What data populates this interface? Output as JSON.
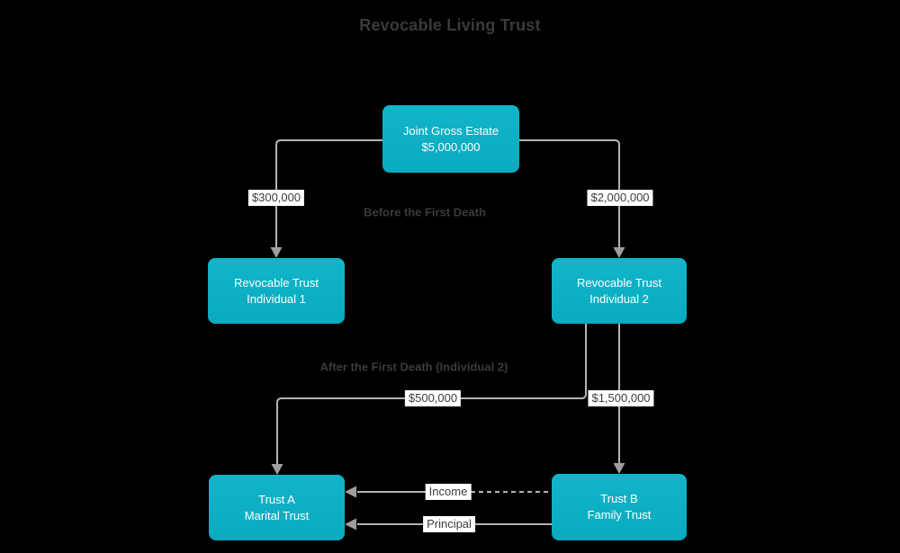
{
  "diagram": {
    "title": "Revocable Living Trust",
    "phase_labels": {
      "before": "Before the First Death",
      "after": "After the First Death (Individual 2)"
    },
    "nodes": {
      "joint_gross_estate": {
        "line1": "Joint Gross Estate",
        "line2": "$5,000,000"
      },
      "revocable_trust_1": {
        "line1": "Revocable Trust",
        "line2": "Individual 1"
      },
      "revocable_trust_2": {
        "line1": "Revocable Trust",
        "line2": "Individual 2"
      },
      "trust_a": {
        "line1": "Trust A",
        "line2": "Marital Trust"
      },
      "trust_b": {
        "line1": "Trust B",
        "line2": "Family Trust"
      }
    },
    "edge_labels": {
      "joint_to_rt1": "$300,000",
      "joint_to_rt2": "$2,000,000",
      "rt2_to_trust_a": "$500,000",
      "rt2_to_trust_b": "$1,500,000",
      "income": "Income",
      "principal": "Principal"
    },
    "colors": {
      "background": "#000000",
      "node_fill": "#0BAEC3",
      "node_text": "#FFFFFF",
      "connector": "#B3B3B3",
      "arrowhead": "#9E9E9E",
      "edge_label_bg": "#FFFFFF",
      "edge_label_text": "#3E3E40",
      "heading_text": "#3A3A3C"
    }
  }
}
